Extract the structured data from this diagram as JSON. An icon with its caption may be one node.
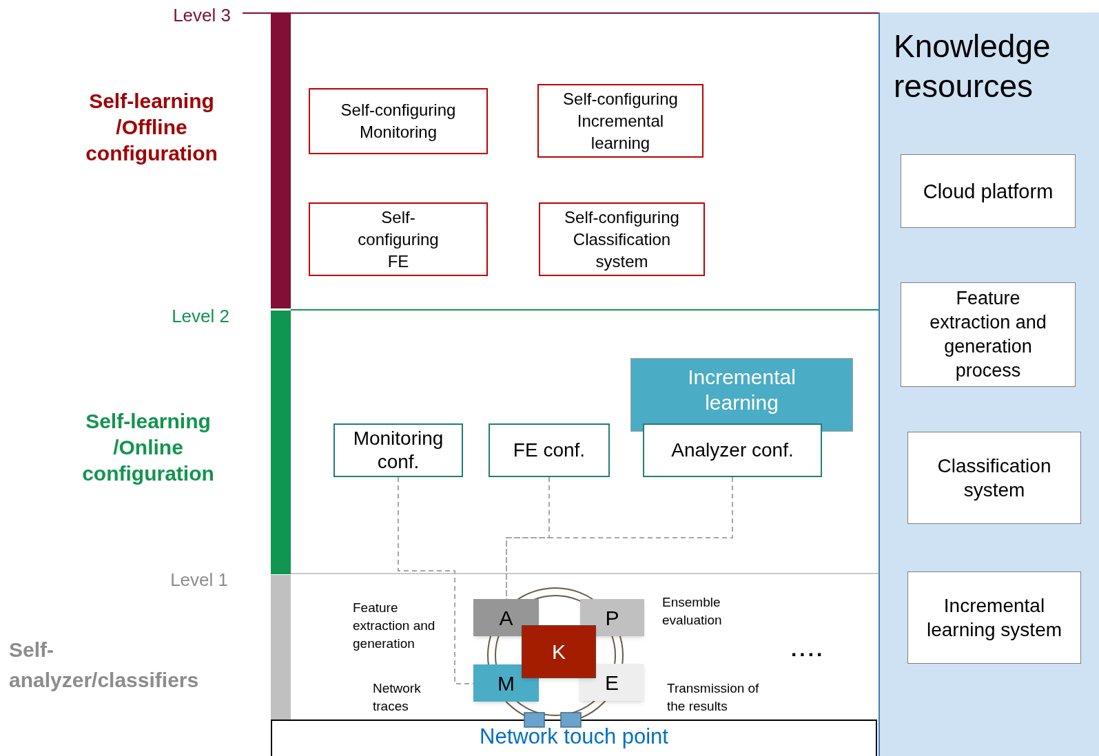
{
  "diagram": {
    "nodes": [
      {
        "text": [
          "Knowledge resources"
        ]
      },
      {
        "text": [
          "Cloud platform"
        ],
        "in": 0
      },
      {
        "text": [
          "Feature extraction and generation process"
        ],
        "in": 0
      },
      {
        "text": [
          "Classification system"
        ],
        "in": 0
      },
      {
        "text": [
          "Incremental learning system"
        ],
        "in": 0
      },
      {
        "text": [
          "Self-configuring Monitoring"
        ]
      },
      {
        "text": [
          "Self-configuring Incremental learning"
        ]
      },
      {
        "text": [
          "Self-configuring FE"
        ]
      },
      {
        "text": [
          "Self-configuring Classification system"
        ]
      },
      {
        "text": [
          "Incremental learning"
        ]
      },
      {
        "text": [
          "Monitoring conf."
        ]
      },
      {
        "text": [
          "FE conf."
        ]
      },
      {
        "text": [
          "Analyzer conf."
        ]
      },
      {
        "text": [
          "A"
        ]
      },
      {
        "text": [
          "P"
        ]
      },
      {
        "text": [
          "K"
        ]
      },
      {
        "text": [
          "M"
        ]
      },
      {
        "text": [
          "E"
        ]
      },
      {
        "text": [
          "Network touch point"
        ]
      }
    ],
    "edges": [
      {
        "from": 10,
        "to": 16,
        "arrow": "none",
        "style": "dashed"
      },
      {
        "from": 11,
        "to": 13,
        "arrow": "none",
        "style": "dashed"
      },
      {
        "from": 12,
        "to": 13,
        "arrow": "none",
        "style": "dashed"
      }
    ],
    "labels": [
      "Level 3",
      "Self-learning /Offline configuration",
      "Level 2",
      "Self-learning /Online configuration",
      "Level 1",
      "Self-analyzer/classifiers",
      "Feature extraction and generation",
      "Ensemble evaluation",
      "....",
      "Network traces",
      "Transmission of the results"
    ]
  }
}
